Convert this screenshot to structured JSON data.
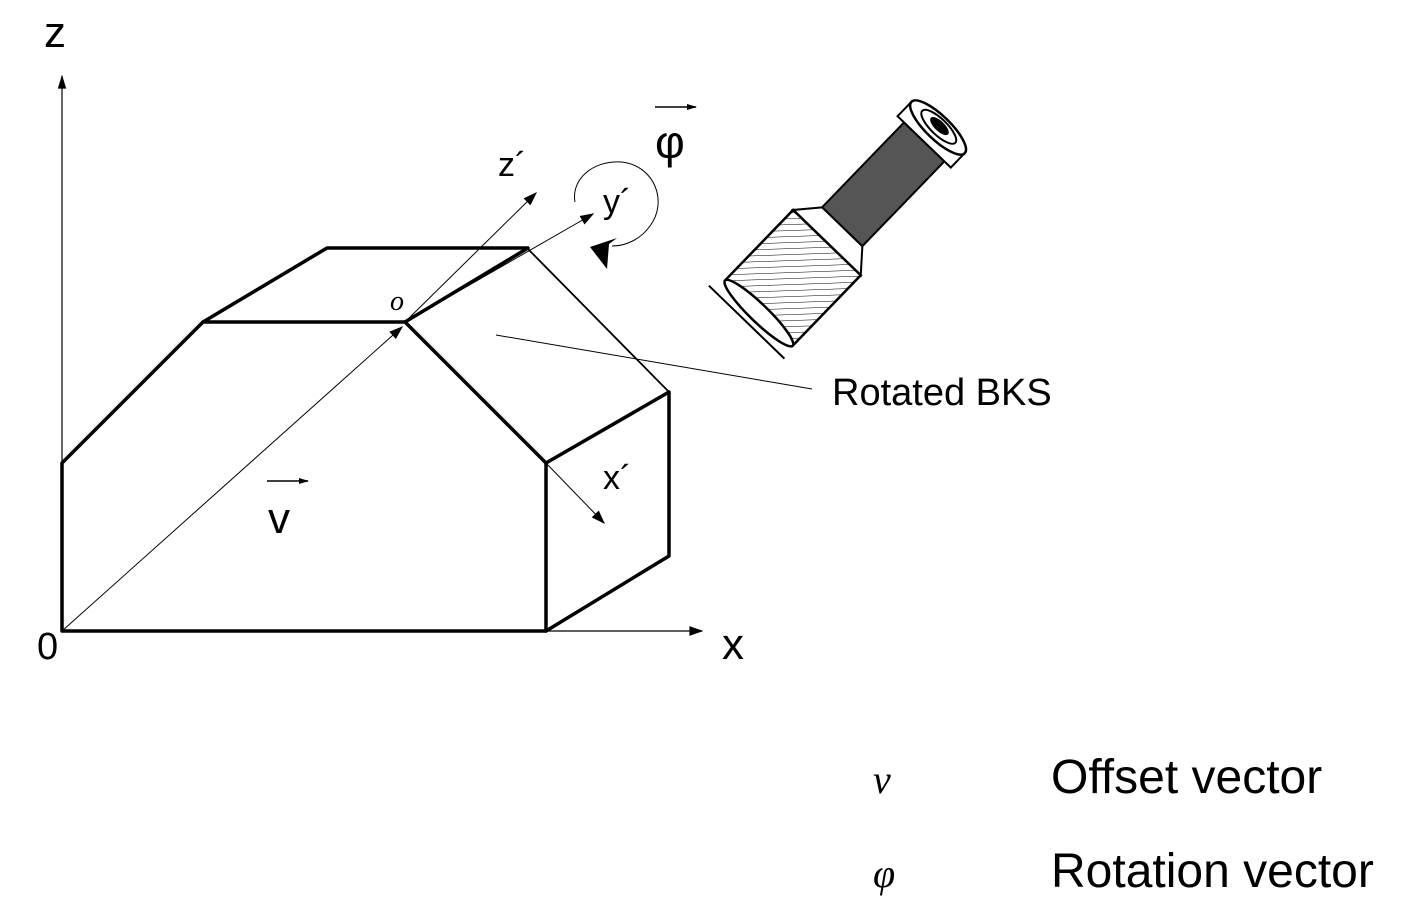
{
  "axes": {
    "z_label": "z",
    "x_label": "x",
    "origin_label": "0"
  },
  "rotated_system": {
    "origin_label": "o",
    "z_label": "z´",
    "y_label": "y´",
    "x_label": "x´"
  },
  "vectors": {
    "offset_symbol": "v",
    "rotation_symbol": "φ"
  },
  "callout": {
    "label": "Rotated BKS"
  },
  "legend": {
    "items": [
      {
        "symbol": "v",
        "description": "Offset vector"
      },
      {
        "symbol": "φ",
        "description": "Rotation vector"
      }
    ]
  },
  "colors": {
    "line": "#000000",
    "background": "#ffffff"
  }
}
